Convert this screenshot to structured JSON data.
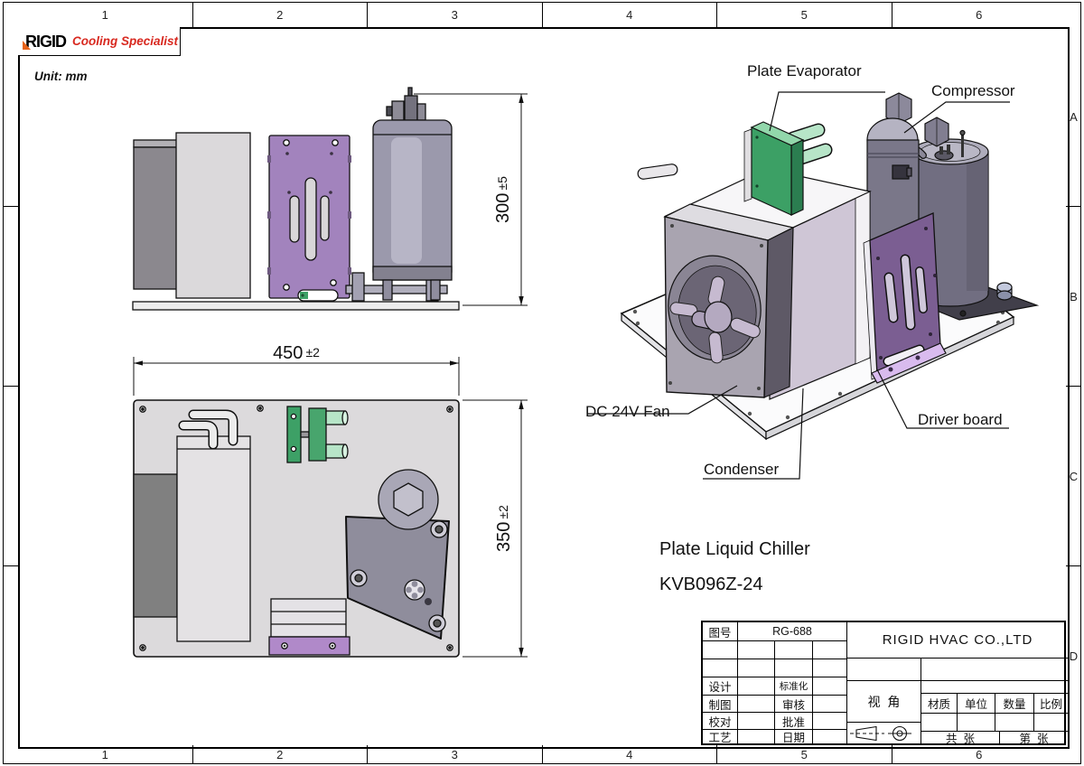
{
  "frame": {
    "top_zones": [
      "1",
      "2",
      "3",
      "4",
      "5",
      "6"
    ],
    "bottom_zones": [
      "1",
      "2",
      "3",
      "4",
      "5",
      "6"
    ],
    "side_zones": [
      "A",
      "B",
      "C",
      "D"
    ]
  },
  "logo": {
    "brand": "RIGID",
    "tagline": "Cooling Specialist"
  },
  "notes": {
    "unit": "Unit: mm"
  },
  "product": {
    "name": "Plate Liquid Chiller",
    "model": "KVB096Z-24"
  },
  "iso_labels": {
    "plate_evaporator": "Plate Evaporator",
    "compressor": "Compressor",
    "dc_fan": "DC 24V Fan",
    "driver_board": "Driver board",
    "condenser": "Condenser"
  },
  "dimensions": {
    "height": {
      "value": "300",
      "tolerance": "±5"
    },
    "width": {
      "value": "450",
      "tolerance": "±2"
    },
    "depth": {
      "value": "350",
      "tolerance": "±2"
    }
  },
  "title_block": {
    "drawing_no_label": "图号",
    "drawing_no": "RG-688",
    "company": "RIGID HVAC CO.,LTD",
    "design": "设计",
    "drafted": "制图",
    "checked": "校对",
    "process": "工艺",
    "standardization": "标准化",
    "reviewed": "审核",
    "approved": "批准",
    "date": "日期",
    "view_angle": "视  角",
    "material": "材质",
    "unit": "单位",
    "quantity": "数量",
    "scale": "比例",
    "total_sheets": "共  张",
    "sheet_number": "第  张"
  },
  "colors": {
    "brand_red": "#d8281f",
    "plate_purple": "#a283bd",
    "evaporator_green": "#3da066",
    "compressor_gray": "#9b99ac",
    "line": "#111111"
  }
}
